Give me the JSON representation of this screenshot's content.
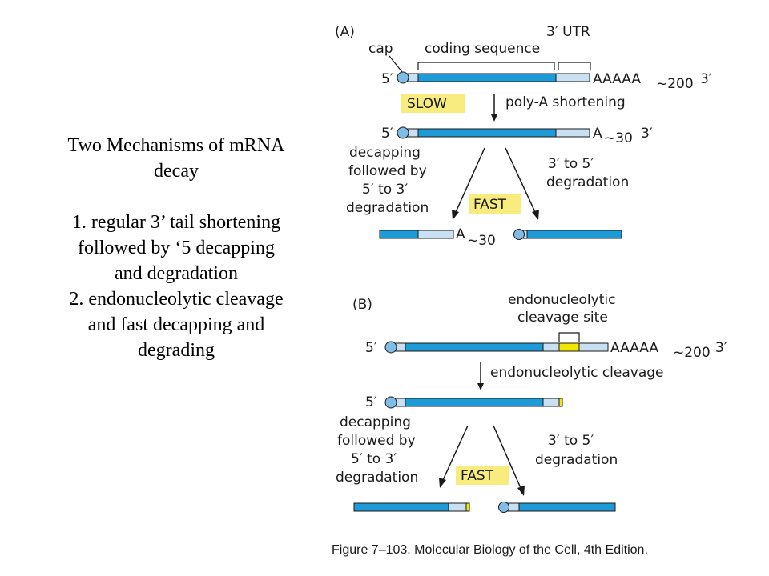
{
  "slide": {
    "title_lines": [
      "Two Mechanisms of mRNA",
      "decay"
    ],
    "body_lines": [
      "1. regular 3’ tail shortening",
      "followed by ‘5 decapping",
      "and degradation",
      "2. endonucleolytic cleavage",
      "and fast decapping and",
      "degrading"
    ]
  },
  "figure": {
    "panel_a": {
      "label": "(A)",
      "cap": "cap",
      "coding_sequence": "coding sequence",
      "utr": "3′ UTR",
      "five_prime": "5′",
      "three_prime": "3′",
      "poly_a": "AAAAA",
      "poly_a_len": "~200",
      "slow_badge": "SLOW",
      "step1": "poly-A shortening",
      "short_tail": "A",
      "short_tail_len": "~30",
      "left_path": [
        "decapping",
        "followed by",
        "5′ to 3′",
        "degradation"
      ],
      "right_path": [
        "3′ to 5′",
        "degradation"
      ],
      "fast_badge": "FAST",
      "product_tail": "A",
      "product_tail_len": "~30"
    },
    "panel_b": {
      "label": "(B)",
      "site_label": [
        "endonucleolytic",
        "cleavage site"
      ],
      "five_prime": "5′",
      "three_prime": "3′",
      "poly_a": "AAAAA",
      "poly_a_len": "~200",
      "step1": "endonucleolytic cleavage",
      "left_path": [
        "decapping",
        "followed by",
        "5′ to 3′",
        "degradation"
      ],
      "right_path": [
        "3′ to 5′",
        "degradation"
      ],
      "fast_badge": "FAST"
    },
    "caption": "Figure 7–103. Molecular Biology of the Cell, 4th Edition.",
    "colors": {
      "coding": "#1e9ad6",
      "utr": "#c9dff2",
      "cap": "#7fbce6",
      "cleavage_site": "#f3e600",
      "badge": "#f7ec7d",
      "outline": "#1a1a1a"
    }
  }
}
